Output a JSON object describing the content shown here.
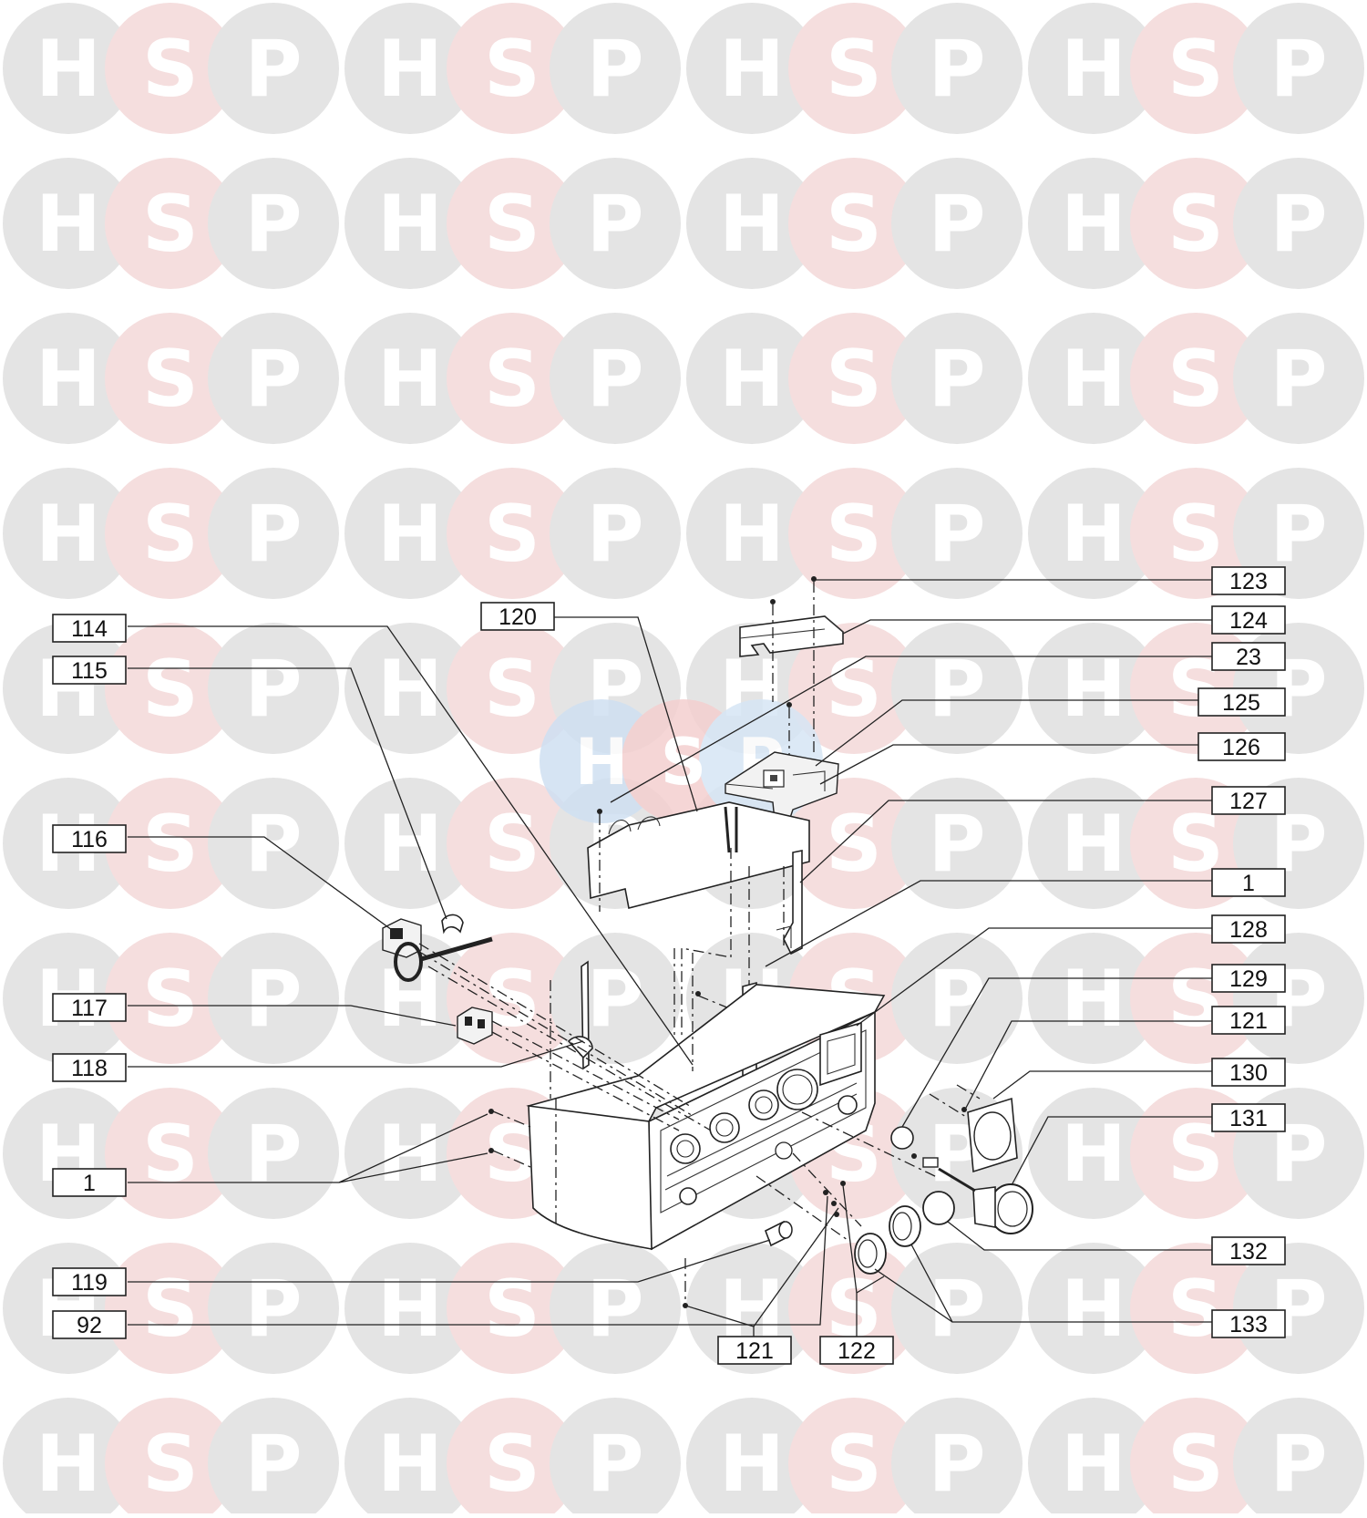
{
  "watermark": {
    "letters": [
      "H",
      "S",
      "P"
    ],
    "colors": {
      "H": "#e4e4e4",
      "S": "#f5dede",
      "P": "#e4e4e4",
      "letter": "#ffffff",
      "center_H": "#cfe0f2",
      "center_S": "#f4d0d0",
      "center_P": "#d7e6f5"
    }
  },
  "callouts": [
    {
      "id": "c123",
      "label": "123"
    },
    {
      "id": "c124",
      "label": "124"
    },
    {
      "id": "c23",
      "label": "23"
    },
    {
      "id": "c125",
      "label": "125"
    },
    {
      "id": "c126",
      "label": "126"
    },
    {
      "id": "c127",
      "label": "127"
    },
    {
      "id": "c1r",
      "label": "1"
    },
    {
      "id": "c128",
      "label": "128"
    },
    {
      "id": "c129",
      "label": "129"
    },
    {
      "id": "c121r",
      "label": "121"
    },
    {
      "id": "c130",
      "label": "130"
    },
    {
      "id": "c131",
      "label": "131"
    },
    {
      "id": "c132",
      "label": "132"
    },
    {
      "id": "c133",
      "label": "133"
    },
    {
      "id": "c114",
      "label": "114"
    },
    {
      "id": "c115",
      "label": "115"
    },
    {
      "id": "c116",
      "label": "116"
    },
    {
      "id": "c117",
      "label": "117"
    },
    {
      "id": "c118",
      "label": "118"
    },
    {
      "id": "c1l",
      "label": "1"
    },
    {
      "id": "c119",
      "label": "119"
    },
    {
      "id": "c92",
      "label": "92"
    },
    {
      "id": "c120",
      "label": "120"
    },
    {
      "id": "c121b",
      "label": "121"
    },
    {
      "id": "c122",
      "label": "122"
    }
  ]
}
